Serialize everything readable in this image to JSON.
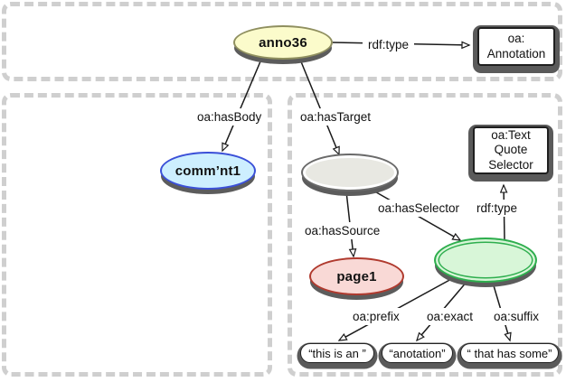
{
  "diagram": {
    "colors": {
      "background": "#ffffff",
      "section_dash": "#cfcfcf",
      "edge": "#1a1a1a",
      "shadow": "#5c5c5c",
      "label_background": "#ffffff",
      "text": "#111111"
    },
    "nodes": {
      "anno36": {
        "label": "anno36",
        "fill": "#fbfbcb",
        "border": "#8f8f5f"
      },
      "comment1": {
        "label": "comm’nt1",
        "fill": "#cdefff",
        "border": "#3b50d8"
      },
      "target_blank": {
        "label": "",
        "fill": "#e8e8e2",
        "border": "#6a6a6a"
      },
      "page1": {
        "label": "page1",
        "fill": "#f9d9d6",
        "border": "#b03a2e"
      },
      "selector_blank": {
        "label": "",
        "fill": "#d8f6d8",
        "border": "#2eae4e"
      }
    },
    "class_boxes": {
      "annotation": {
        "lines": [
          "oa:",
          "Annotation"
        ]
      },
      "text_quote_selector": {
        "lines": [
          "oa:Text",
          "Quote",
          "Selector"
        ]
      }
    },
    "property_labels": {
      "rdf_type_annotation": "rdf:type",
      "has_body": "oa:hasBody",
      "has_target": "oa:hasTarget",
      "has_selector": "oa:hasSelector",
      "rdf_type_selector": "rdf:type",
      "has_source": "oa:hasSource",
      "prefix": "oa:prefix",
      "exact": "oa:exact",
      "suffix": "oa:suffix"
    },
    "literals": {
      "prefix": "“this is an ”",
      "exact": "“anotation”",
      "suffix": "“ that has some”"
    }
  }
}
